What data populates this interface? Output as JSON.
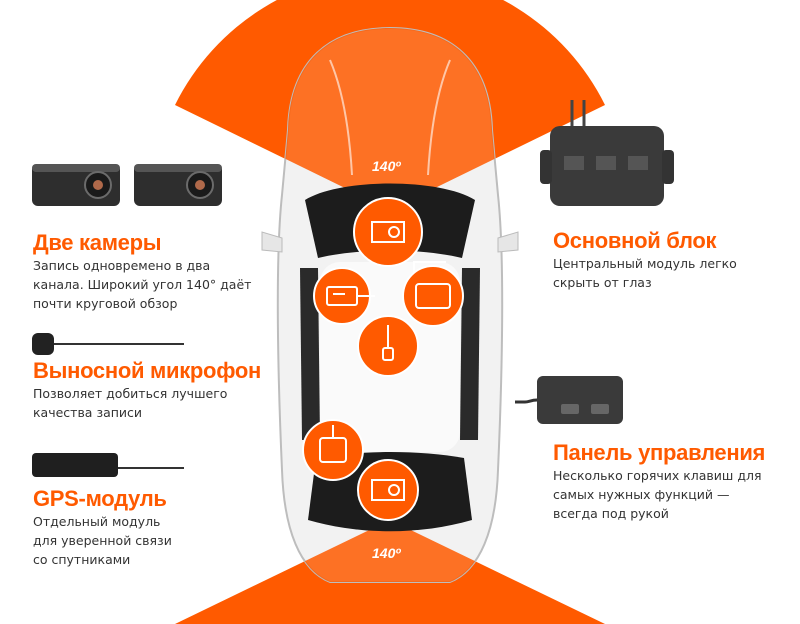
{
  "features": {
    "cameras": {
      "title": "Две камеры",
      "desc": [
        "Запись одновремено в два",
        "канала. Широкий угол 140° даёт",
        "почти круговой обзор"
      ]
    },
    "main_unit": {
      "title": "Основной блок",
      "desc": [
        "Центральный модуль легко",
        "скрыть от глаз"
      ]
    },
    "microphone": {
      "title": "Выносной микрофон",
      "desc": [
        "Позволяет добиться лучшего",
        "качества записи"
      ]
    },
    "control_panel": {
      "title": "Панель управления",
      "desc": [
        "Несколько горячих клавиш для",
        "самых нужных функций —",
        "всегда под рукой"
      ]
    },
    "gps": {
      "title": "GPS-модуль",
      "desc": [
        "Отдельный модуль",
        "для уверенной связи",
        "со спутниками"
      ]
    }
  },
  "angles": {
    "front": "140º",
    "rear": "140º"
  },
  "colors": {
    "accent": "#ff5a00",
    "text": "#333333",
    "device": "#3a3a3a"
  },
  "icons": [
    "camera-icon",
    "main-unit-icon",
    "control-panel-icon",
    "microphone-icon",
    "gps-icon",
    "rear-camera-icon"
  ]
}
